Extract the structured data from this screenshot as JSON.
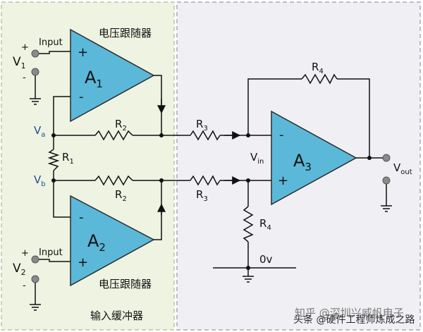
{
  "diagram": {
    "title_top": "电压跟随器",
    "title_bottom": "电压跟随器",
    "buffer_caption": "输入缓冲器",
    "watermark": "知乎 @深圳兴威帆电子",
    "watermark_overlay": "头条 @硬件工程师炼成之路"
  },
  "amps": {
    "a1": {
      "label": "A",
      "sub": "1"
    },
    "a2": {
      "label": "A",
      "sub": "2"
    },
    "a3": {
      "label": "A",
      "sub": "3"
    }
  },
  "signs": {
    "plus": "+",
    "minus": "-"
  },
  "inputs": {
    "input_label": "Input",
    "v1": {
      "label": "V",
      "sub": "1"
    },
    "v2": {
      "label": "V",
      "sub": "2"
    }
  },
  "nodes": {
    "va": {
      "label": "V",
      "sub": "a"
    },
    "vb": {
      "label": "V",
      "sub": "b"
    },
    "vin": {
      "label": "V",
      "sub": "in"
    },
    "vout": {
      "label": "V",
      "sub": "out"
    },
    "zero": "0v"
  },
  "resistors": {
    "r1": {
      "label": "R",
      "sub": "1"
    },
    "r2a": {
      "label": "R",
      "sub": "2"
    },
    "r2b": {
      "label": "R",
      "sub": "2"
    },
    "r3a": {
      "label": "R",
      "sub": "3"
    },
    "r3b": {
      "label": "R",
      "sub": "3"
    },
    "r4a": {
      "label": "R",
      "sub": "4"
    },
    "r4b": {
      "label": "R",
      "sub": "4"
    }
  },
  "colors": {
    "left_panel_fill": "#eef3e2",
    "left_panel_border": "#b8c7a0",
    "right_panel_fill": "#f0f0f4",
    "right_panel_border": "#a9a9b8",
    "amp_fill": "#5bb8d8",
    "amp_stroke": "#2a2a2a",
    "wire": "#111111",
    "terminal": "#8a8a8a",
    "node_label": "#1f4e8c"
  }
}
